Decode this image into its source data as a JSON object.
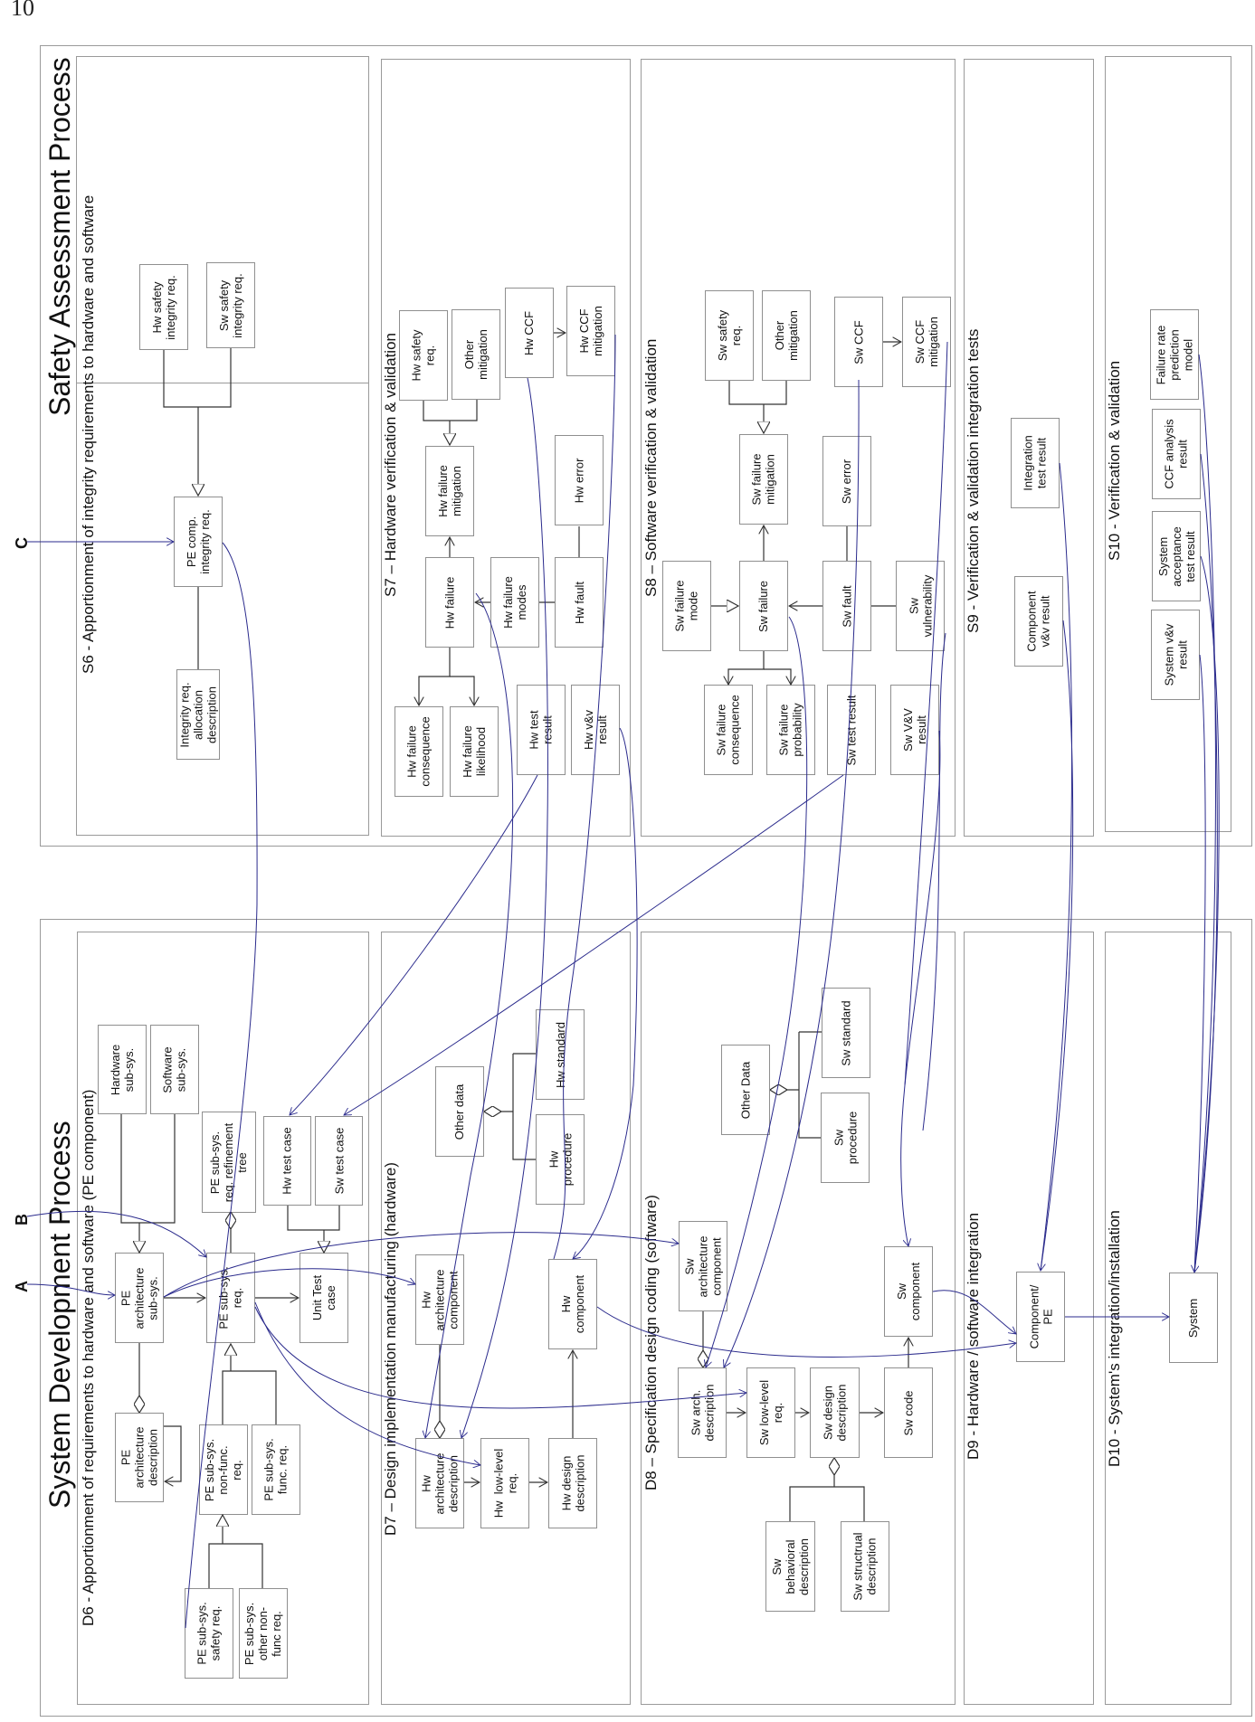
{
  "page_number": "10",
  "connectors": {
    "A": "A",
    "B": "B",
    "C": "C"
  },
  "safety_process": {
    "title": "Safety Assessment Process",
    "lanes": {
      "s6": {
        "title": "S6 - Apportionment of integrity requirements to hardware and software",
        "nodes": {
          "hw_safety_integrity_req": "Hw safety\nintegrity req.",
          "sw_safety_integrity_req": "Sw safety\nintegrity req.",
          "pe_comp_integrity_req": "PE comp.\nintegrity req.",
          "integrity_req_allocation_description": "Integrity req.\nallocation\ndescription"
        }
      },
      "s7": {
        "title": "S7 – Hardware verification & validation",
        "nodes": {
          "hw_safety_req": "Hw safety\nreq.",
          "other_mitigation": "Other\nmitigation",
          "hw_ccf": "Hw CCF",
          "hw_ccf_mitigation": "Hw CCF\nmitigation",
          "hw_failure_mitigation": "Hw failure\nmitigation",
          "hw_error": "Hw error",
          "hw_failure": "Hw failure",
          "hw_failure_modes": "Hw failure\nmodes",
          "hw_fault": "Hw fault",
          "hw_failure_consequence": "Hw failure\nconsequence",
          "hw_failure_likelihood": "Hw failure\nlikelihood",
          "hw_test_result": "Hw test\nresult",
          "hw_vv_result": "Hw v&v\nresult"
        }
      },
      "s8": {
        "title": "S8 – Software verification & validation",
        "nodes": {
          "sw_safety_req": "Sw safety\nreq.",
          "other_mitigation": "Other\nmitigation",
          "sw_ccf": "Sw CCF",
          "sw_ccf_mitigation": "Sw CCF\nmitigation",
          "sw_failure_mitigation": "Sw failure\nmitigation",
          "sw_error": "Sw error",
          "sw_failure_mode": "Sw failure\nmode",
          "sw_failure": "Sw failure",
          "sw_fault": "Sw fault",
          "sw_vulnerability": "Sw\nvulnerability",
          "sw_failure_consequence": "Sw failure\nconsequence",
          "sw_failure_probability": "Sw failure\nprobability",
          "sw_test_result": "Sw test result",
          "sw_vv_result": "Sw V&V\nresult"
        }
      },
      "s9": {
        "title": "S9 - Verification & validation integration tests",
        "nodes": {
          "integration_test_result": "Integration\ntest result",
          "component_vv_result": "Component\nv&v result"
        }
      },
      "s10": {
        "title": "S10 - Verification & validation",
        "nodes": {
          "failure_rate_prediction_model": "Failure rate\nprediction\nmodel",
          "ccf_analysis_result": "CCF analysis\nresult",
          "system_acceptance_test_result": "System\nacceptance\ntest result",
          "system_vv_result": "System v&v\nresult"
        }
      }
    }
  },
  "development_process": {
    "title": "System Development Process",
    "lanes": {
      "d6": {
        "title": "D6 - Apportionment of requirements to hardware and software (PE component)",
        "nodes": {
          "hardware_sub_sys": "Hardware\nsub-sys.",
          "software_sub_sys": "Software\nsub-sys.",
          "pe_sub_sys_req_refinement_tree": "PE sub-sys.\nreq. refinement\ntree",
          "hw_test_case": "Hw test case",
          "sw_test_case": "Sw test case",
          "pe_architecture_sub_sys": "PE\narchitecture\nsub-sys.",
          "pe_sub_sys_req": "PE sub-sys.\nreq.",
          "unit_test_case": "Unit Test\ncase",
          "pe_architecture_description": "PE\narchitecture\ndescription",
          "pe_sub_sys_non_func_req": "PE sub-sys.\nnon-func.\nreq.",
          "pe_sub_sys_func_req": "PE sub-sys.\nfunc. req.",
          "pe_sub_sys_safety_req": "PE sub-sys.\nsafety req.",
          "pe_sub_sys_other_non_func_req": "PE sub-sys.\nother non-\nfunc req."
        }
      },
      "d7": {
        "title": "D7 – Design implementation manufacturing (hardware)",
        "nodes": {
          "other_data": "Other data",
          "hw_standard": "Hw standard",
          "hw_procedure": "Hw\nprocedure",
          "hw_architecture_component": "Hw\narchitecture\ncomponent",
          "hw_component": "Hw\ncomponent",
          "hw_architecture_description": "Hw\narchitecture\ndescription",
          "hw_low_level_req": "Hw  low-level\nreq.",
          "hw_design_description": "Hw design\ndescription"
        }
      },
      "d8": {
        "title": "D8 – Specification design coding (software)",
        "nodes": {
          "other_data": "Other Data",
          "sw_standard": "Sw standard",
          "sw_procedure": "Sw\nprocedure",
          "sw_architecture_component": "Sw\narchitecture\ncomponent",
          "sw_component": "Sw\ncomponent",
          "sw_arch_description": "Sw arch.\ndescription",
          "sw_low_level_req": "Sw low-level\nreq.",
          "sw_design_description": "Sw design\ndescription",
          "sw_code": "Sw code",
          "sw_behavioral_description": "Sw\nbehavioral\ndescription",
          "sw_structural_description": "Sw structrual\ndescription"
        }
      },
      "d9": {
        "title": "D9 - Hardware / software integration",
        "nodes": {
          "component_pe": "Component/\nPE"
        }
      },
      "d10": {
        "title": "D10 - System's integration/installation",
        "nodes": {
          "system": "System"
        }
      }
    }
  },
  "colors": {
    "frame_border": "#9a9a9a",
    "node_border": "#8f8f8f",
    "structural_line": "#222222",
    "trace_link": "#2a2a8c"
  }
}
